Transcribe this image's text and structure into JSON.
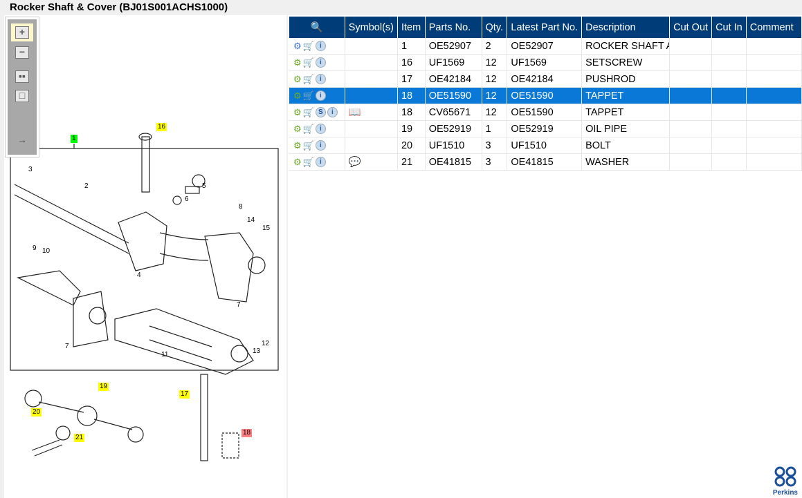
{
  "title": "Rocker Shaft & Cover (BJ01S001ACHS1000)",
  "toolbar": {
    "items": [
      "zoom-in",
      "zoom-out",
      "fit-all",
      "actual-size",
      "export"
    ]
  },
  "table": {
    "headers": [
      "",
      "Symbol(s)",
      "Item",
      "Parts No.",
      "Qty.",
      "Latest Part No.",
      "Description",
      "Cut Out",
      "Cut In",
      "Comment"
    ],
    "rows": [
      {
        "item": "1",
        "part": "OE52907",
        "qty": "2",
        "latest": "OE52907",
        "desc": "ROCKER SHAFT AS",
        "icons": "assembly",
        "symbol": "",
        "selected": false
      },
      {
        "item": "16",
        "part": "UF1569",
        "qty": "12",
        "latest": "UF1569",
        "desc": "SETSCREW",
        "icons": "part",
        "symbol": "",
        "selected": false
      },
      {
        "item": "17",
        "part": "OE42184",
        "qty": "12",
        "latest": "OE42184",
        "desc": "PUSHROD",
        "icons": "part",
        "symbol": "",
        "selected": false
      },
      {
        "item": "18",
        "part": "OE51590",
        "qty": "12",
        "latest": "OE51590",
        "desc": "TAPPET",
        "icons": "part",
        "symbol": "",
        "selected": true
      },
      {
        "item": "18",
        "part": "CV65671",
        "qty": "12",
        "latest": "OE51590",
        "desc": "TAPPET",
        "icons": "part-s",
        "symbol": "book",
        "selected": false
      },
      {
        "item": "19",
        "part": "OE52919",
        "qty": "1",
        "latest": "OE52919",
        "desc": "OIL PIPE",
        "icons": "part",
        "symbol": "",
        "selected": false
      },
      {
        "item": "20",
        "part": "UF1510",
        "qty": "3",
        "latest": "UF1510",
        "desc": "BOLT",
        "icons": "part",
        "symbol": "",
        "selected": false
      },
      {
        "item": "21",
        "part": "OE41815",
        "qty": "3",
        "latest": "OE41815",
        "desc": "WASHER",
        "icons": "part",
        "symbol": "note",
        "selected": false
      }
    ]
  },
  "callouts": {
    "c1": "1",
    "c16": "16",
    "c19": "19",
    "c20": "20",
    "c21": "21",
    "c17": "17",
    "c18": "18"
  },
  "plain_labels": [
    "3",
    "2",
    "5",
    "6",
    "8",
    "14",
    "15",
    "9",
    "10",
    "4",
    "7",
    "7",
    "11",
    "12",
    "13"
  ],
  "logo": "Perkins"
}
